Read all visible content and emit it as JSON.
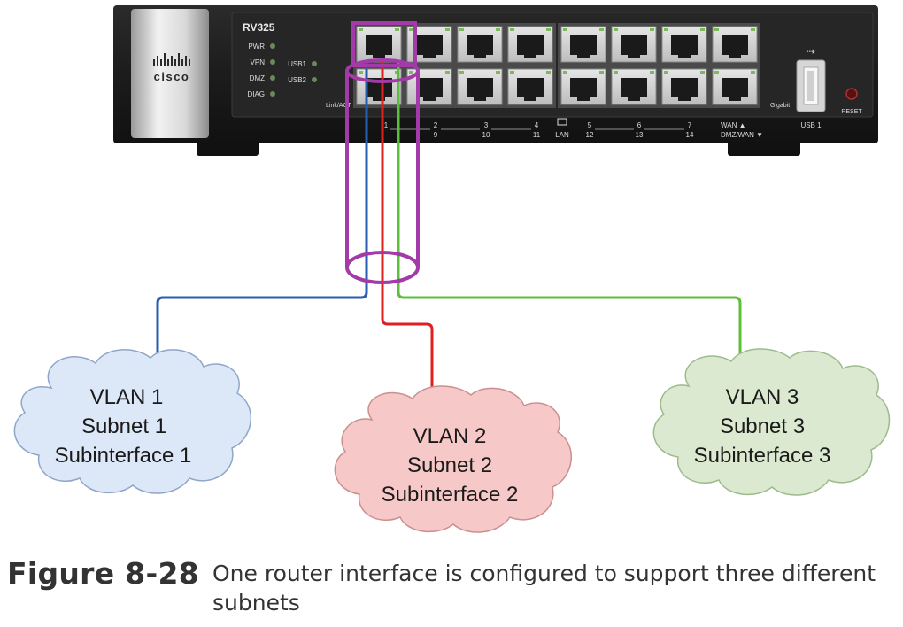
{
  "router": {
    "brand": "cisco",
    "model": "RV325",
    "leds_left": [
      "PWR",
      "VPN",
      "DMZ",
      "DIAG"
    ],
    "leds_usb": [
      "USB1",
      "USB2"
    ],
    "link_act": "Link/ACT",
    "port_labels_top": [
      "1",
      "2",
      "3",
      "4",
      "5",
      "6",
      "7"
    ],
    "port_labels_bottom": [
      "9",
      "10",
      "11",
      "12",
      "13",
      "14"
    ],
    "lan_label": "LAN",
    "wan_label": "WAN ▲",
    "dmz_wan_label": "DMZ/WAN ▼",
    "gigabit_label": "Gigabit",
    "usb_label": "USB 1",
    "reset_label": "RESET"
  },
  "clouds": [
    {
      "vlan": "VLAN 1",
      "subnet": "Subnet 1",
      "subinterface": "Subinterface 1",
      "fill": "#dce7f7",
      "stroke": "#8fa6c9",
      "wire": "#2a5db0"
    },
    {
      "vlan": "VLAN 2",
      "subnet": "Subnet 2",
      "subinterface": "Subinterface 2",
      "fill": "#f6c8c8",
      "stroke": "#cc8f8f",
      "wire": "#e02020"
    },
    {
      "vlan": "VLAN 3",
      "subnet": "Subnet 3",
      "subinterface": "Subinterface 3",
      "fill": "#dbe9d0",
      "stroke": "#9dbb8c",
      "wire": "#5cbf3a"
    }
  ],
  "trunk_highlight_color": "#a23aa8",
  "caption": {
    "figure_number": "Figure 8-28",
    "text": "One router interface is configured to support three different subnets"
  }
}
